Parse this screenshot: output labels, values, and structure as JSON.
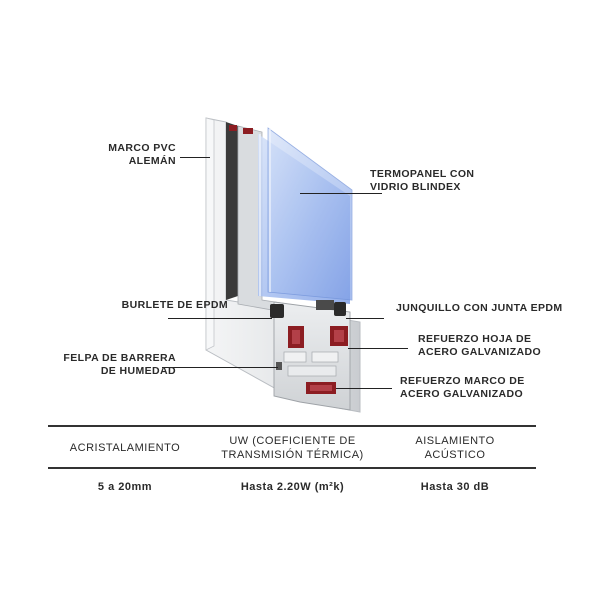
{
  "labels": {
    "marco_pvc": [
      "MARCO PVC",
      "ALEMÁN"
    ],
    "termopanel": [
      "TERMOPANEL CON",
      "VIDRIO BLINDEX"
    ],
    "burlete": "BURLETE DE EPDM",
    "junquillo": "JUNQUILLO CON JUNTA EPDM",
    "refuerzo_hoja": [
      "REFUERZO HOJA DE",
      "ACERO GALVANIZADO"
    ],
    "felpa": [
      "FELPA DE BARRERA",
      "DE HUMEDAD"
    ],
    "refuerzo_marco": [
      "REFUERZO MARCO DE",
      "ACERO GALVANIZADO"
    ]
  },
  "table": {
    "headers": [
      [
        "ACRISTALAMIENTO"
      ],
      [
        "UW (COEFICIENTE DE",
        "TRANSMISIÓN TÉRMICA)"
      ],
      [
        "AISLAMIENTO",
        "ACÚSTICO"
      ]
    ],
    "values": [
      "5 a 20mm",
      "Hasta 2.20W (m²k)",
      "Hasta 30 dB"
    ]
  },
  "colors": {
    "pvc": "#e6e8ea",
    "glass": "#9fb8ef",
    "reinforcement": "#8c1d22",
    "gasket": "#2b2b2b"
  }
}
